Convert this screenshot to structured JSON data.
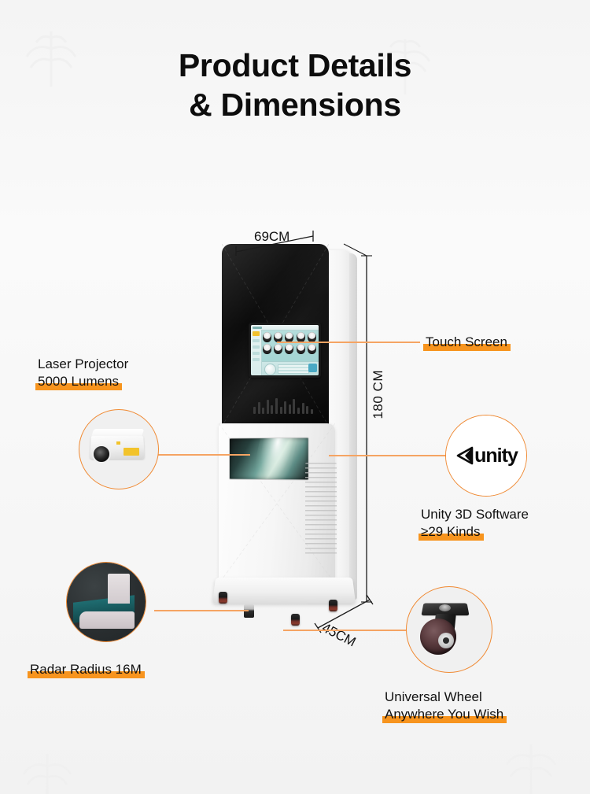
{
  "title": {
    "line1": "Product Details",
    "line2": "& Dimensions"
  },
  "dimensions": {
    "width": "69CM",
    "height": "180 CM",
    "depth": "45CM"
  },
  "callouts": {
    "touch_screen": {
      "label": "Touch Screen"
    },
    "laser_projector": {
      "line1": "Laser Projector",
      "line2": "5000 Lumens"
    },
    "unity": {
      "logo_text": "unity",
      "line1": "Unity 3D Software",
      "line2": "≥29 Kinds"
    },
    "radar": {
      "line1": "Radar Radius 16M"
    },
    "wheel": {
      "line1": "Universal Wheel",
      "line2": "Anywhere You Wish"
    }
  },
  "colors": {
    "accent_orange": "#f7941e",
    "connector_orange": "#f5a463",
    "circle_border": "#f08a33",
    "background": "#f7f7f7",
    "text": "#111111"
  }
}
